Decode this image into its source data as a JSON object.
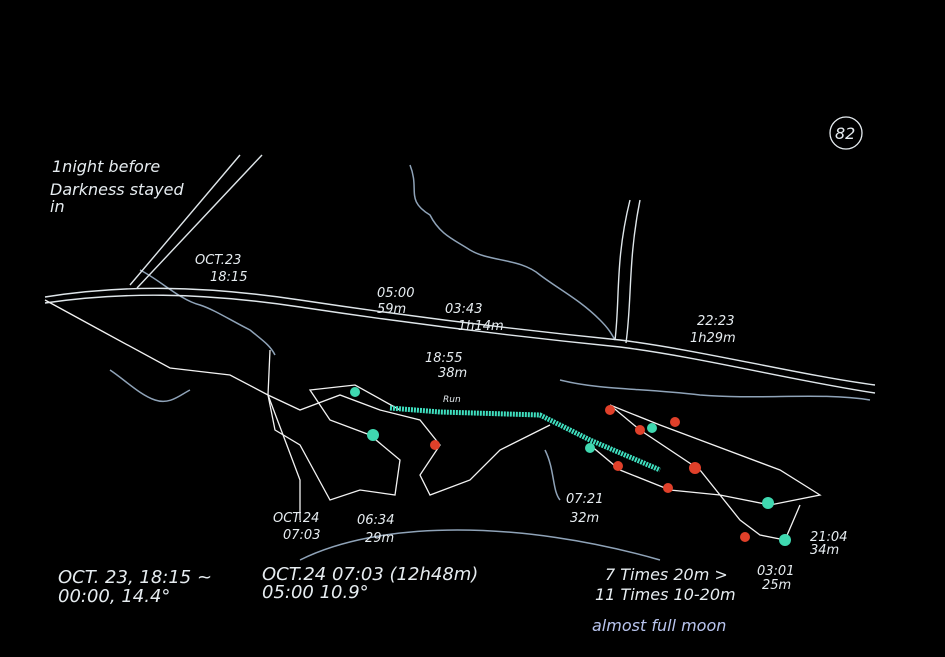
{
  "page_number": "82",
  "title_note": [
    "1night before",
    "Darkness stayed",
    "in"
  ],
  "labels": {
    "start": [
      "OCT.23",
      "18:15"
    ],
    "stop_0500": [
      "05:00",
      "59m"
    ],
    "stop_0343": [
      "03:43",
      "1h14m"
    ],
    "stop_1855": [
      "18:55",
      "38m"
    ],
    "run": "Run",
    "stop_2223": [
      "22:23",
      "1h29m"
    ],
    "end": [
      "OCT.24",
      "07:03"
    ],
    "stop_0634": [
      "06:34",
      "29m"
    ],
    "stop_0721": [
      "07:21",
      "32m"
    ],
    "stop_2104": [
      "21:04",
      "34m"
    ],
    "stop_0301": [
      "03:01",
      "25m"
    ]
  },
  "summary": {
    "line1_left": "OCT. 23, 18:15 ~",
    "line1_right": "OCT.24 07:03 (12h48m)",
    "line2_left": "00:00, 14.4°",
    "line2_right": "05:00         10.9°",
    "times_1": "7 Times 20m >",
    "times_2": "11 Times 10-20m",
    "moon": "almost full moon"
  },
  "colors": {
    "background": "#000000",
    "ink": "#e6ecf0",
    "river": "#8fa3b8",
    "run": "#3fe0c0",
    "rest_red": "#e0402a",
    "rest_teal": "#3fd8b0"
  }
}
